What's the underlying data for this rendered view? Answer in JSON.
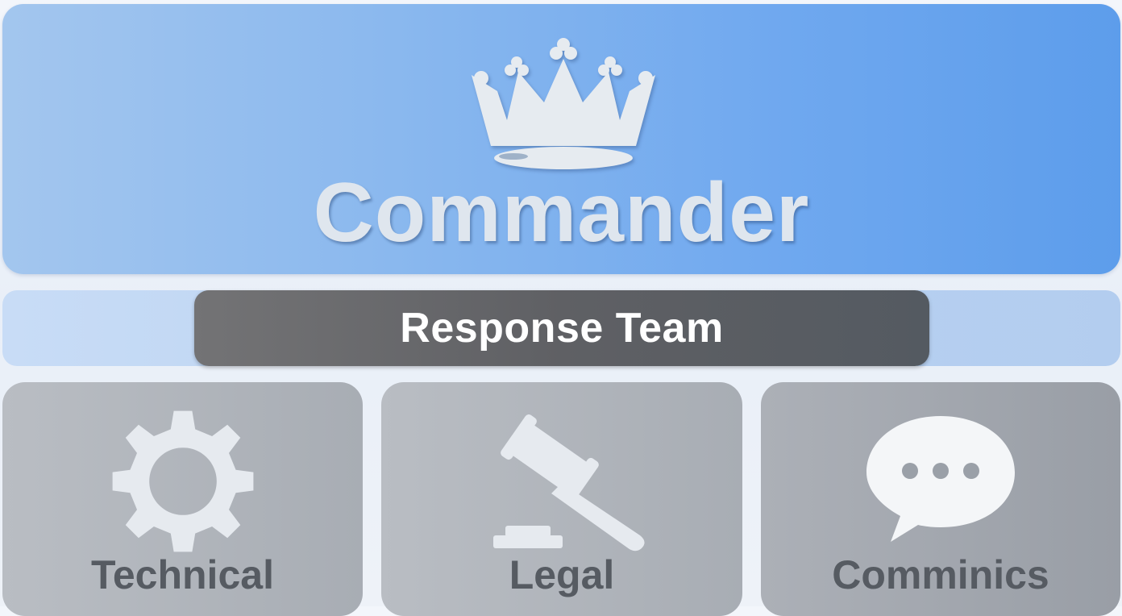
{
  "commander": {
    "title": "Commander",
    "icon": "crown-icon"
  },
  "team": {
    "label": "Response Team"
  },
  "groups": [
    {
      "label": "Technical",
      "icon": "gear-icon"
    },
    {
      "label": "Legal",
      "icon": "gavel-icon"
    },
    {
      "label": "Comminics",
      "icon": "speech-bubble-icon"
    }
  ],
  "colors": {
    "top_panel": "#6fa8ef",
    "team_bar": "#5f6064",
    "card": "#a8adb4",
    "icon_fill": "#e6eaef",
    "title_text": "#dfe6ee",
    "label_text": "#565b62"
  }
}
